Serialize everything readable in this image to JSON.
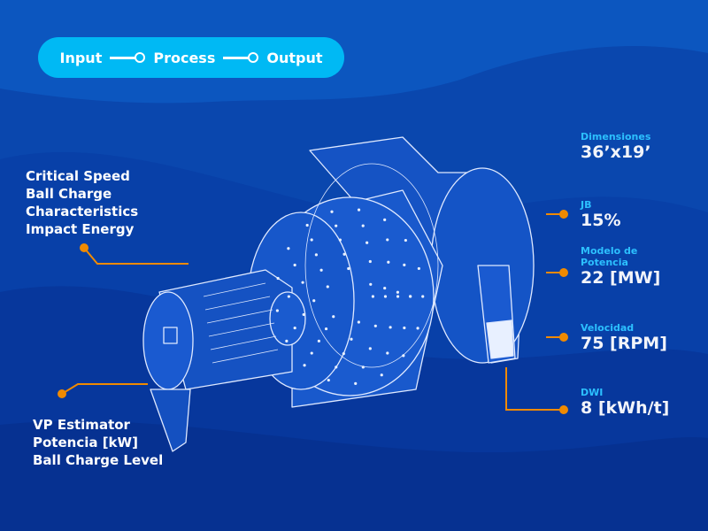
{
  "flow": {
    "steps": [
      "Input",
      "Process",
      "Output"
    ]
  },
  "left_top_labels": [
    "Critical Speed",
    "Ball Charge",
    "Characteristics",
    "Impact Energy"
  ],
  "left_bottom_labels": [
    "VP Estimator",
    "Potencia [kW]",
    "Ball Charge Level"
  ],
  "specs": [
    {
      "label": "Dimensiones",
      "value": "36’x19’"
    },
    {
      "label": "JB",
      "value": "15%"
    },
    {
      "label": "Modelo de Potencia",
      "value": "22 [MW]"
    },
    {
      "label": "Velocidad",
      "value": "75 [RPM]"
    },
    {
      "label": "DWI",
      "value": "8 [kWh/t]"
    }
  ],
  "colors": {
    "accent": "#f08a00",
    "pill": "#00b9f4",
    "label": "#2cc0ff",
    "background": "#0a3fa6"
  }
}
